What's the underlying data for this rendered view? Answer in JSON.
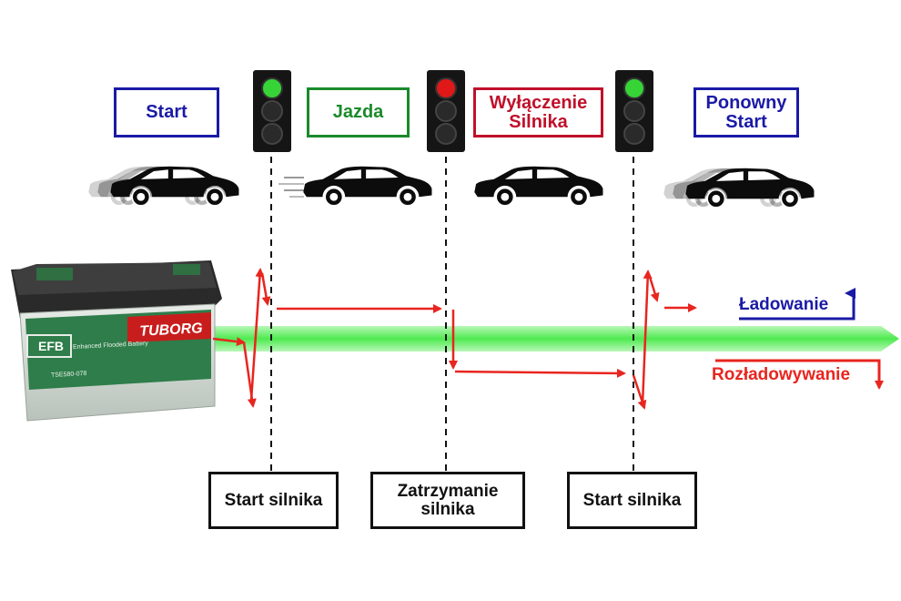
{
  "phases": [
    {
      "id": "start",
      "label": "Start",
      "color": "#1a1aa6"
    },
    {
      "id": "jazda",
      "label": "Jazda",
      "color": "#1a8a2a"
    },
    {
      "id": "wylaczenie",
      "label": "Wyłączenie Silnika",
      "color": "#c0102a"
    },
    {
      "id": "ponowny",
      "label": "Ponowny Start",
      "color": "#1a1aa6"
    }
  ],
  "lights": [
    "green",
    "red",
    "green"
  ],
  "events": [
    "Start silnika",
    "Zatrzymanie silnika",
    "Start silnika"
  ],
  "legend": {
    "charge": {
      "label": "Ładowanie",
      "color": "#1a1aa6"
    },
    "discharge": {
      "label": "Rozładowywanie",
      "color": "#e8251f"
    }
  },
  "battery": {
    "brand": "TUBORG",
    "type": "EFB",
    "subtitle": "Enhanced Flooded Battery",
    "code": "TSE580-078"
  },
  "colors": {
    "flow": "#5ef25e",
    "arrows": "#e8251f",
    "light_green": "#36d436",
    "light_red": "#e01818",
    "battery_case": "#2e7d4a"
  }
}
